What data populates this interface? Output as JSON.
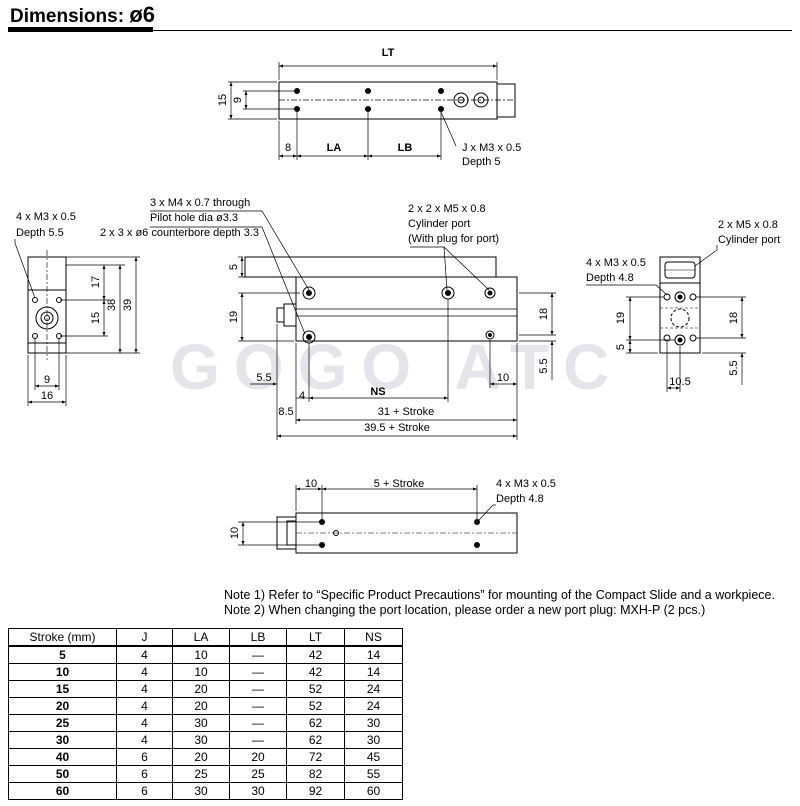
{
  "title": {
    "prefix": "Dimensions: ",
    "symbol": "ø6"
  },
  "watermark": "GOGO ATC",
  "top_view": {
    "lt": "LT",
    "v15": "15",
    "v9": "9",
    "v8": "8",
    "la": "LA",
    "lb": "LB",
    "tap": "J x M3 x 0.5",
    "depth": "Depth 5"
  },
  "left_view": {
    "tap": "4 x M3 x 0.5",
    "depth": "Depth 5.5",
    "v17": "17",
    "v38": "38",
    "v39": "39",
    "v15": "15",
    "v9": "9",
    "v16": "16"
  },
  "front_view": {
    "through": "3 x M4 x 0.7 through",
    "pilot": "Pilot hole dia ø3.3",
    "counterbore": "2 x 3 x ø6 counterbore depth 3.3",
    "port_tap": "2 x 2 x M5 x 0.8",
    "cyl_port": "Cylinder port",
    "plug": "(With plug for port)",
    "v5": "5",
    "v19": "19",
    "v18": "18",
    "v55l": "5.5",
    "v55r": "5.5",
    "v4": "4",
    "v85": "8.5",
    "ns": "NS",
    "v10": "10",
    "s31": "31 + Stroke",
    "s395": "39.5 + Stroke"
  },
  "right_view": {
    "port_tap": "2 x M5 x 0.8",
    "cyl_port": "Cylinder port",
    "tap": "4 x M3 x 0.5",
    "depth": "Depth 4.8",
    "v19": "19",
    "v5": "5",
    "v18": "18",
    "v55": "5.5",
    "v105": "10.5"
  },
  "bottom_view": {
    "v10a": "10",
    "s5": "5 + Stroke",
    "tap": "4 x M3 x 0.5",
    "depth": "Depth 4.8",
    "v10b": "10"
  },
  "notes": [
    "Note 1) Refer to “Specific Product Precautions” for mounting of the Compact Slide and a workpiece.",
    "Note 2) When changing the port location, please order a new port plug: MXH-P (2 pcs.)"
  ],
  "table": {
    "headers": [
      "Stroke (mm)",
      "J",
      "LA",
      "LB",
      "LT",
      "NS"
    ],
    "rows": [
      [
        "5",
        "4",
        "10",
        "—",
        "42",
        "14"
      ],
      [
        "10",
        "4",
        "10",
        "—",
        "42",
        "14"
      ],
      [
        "15",
        "4",
        "20",
        "—",
        "52",
        "24"
      ],
      [
        "20",
        "4",
        "20",
        "—",
        "52",
        "24"
      ],
      [
        "25",
        "4",
        "30",
        "—",
        "62",
        "30"
      ],
      [
        "30",
        "4",
        "30",
        "—",
        "62",
        "30"
      ],
      [
        "40",
        "6",
        "20",
        "20",
        "72",
        "45"
      ],
      [
        "50",
        "6",
        "25",
        "25",
        "82",
        "55"
      ],
      [
        "60",
        "6",
        "30",
        "30",
        "92",
        "60"
      ]
    ]
  }
}
